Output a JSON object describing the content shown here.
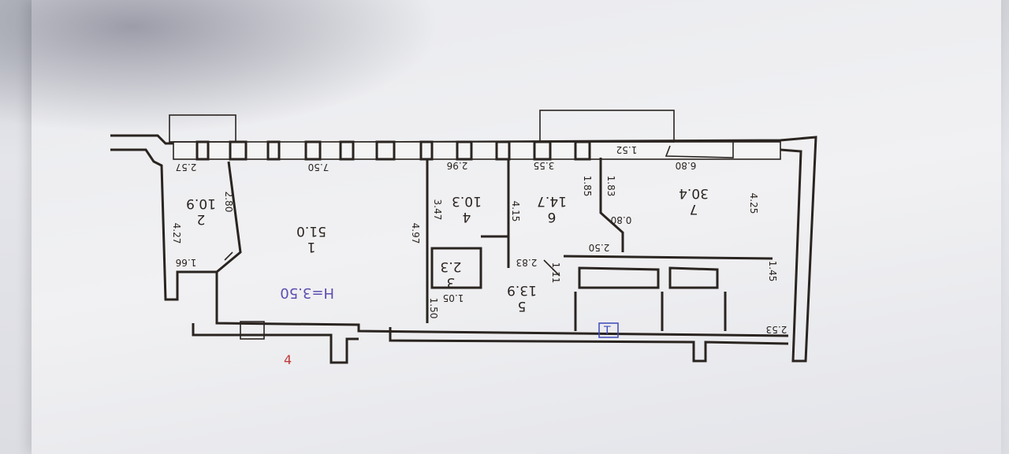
{
  "rooms": [
    {
      "number": "1",
      "area": "51.0"
    },
    {
      "number": "2",
      "area": "10.9"
    },
    {
      "number": "3",
      "area": "2.3"
    },
    {
      "number": "4",
      "area": "10.3"
    },
    {
      "number": "5",
      "area": "13.9"
    },
    {
      "number": "6",
      "area": "14.7"
    },
    {
      "number": "7",
      "area": "30.4"
    }
  ],
  "height_note": "H=3.50",
  "dimensions": [
    "2.57",
    "7.50",
    "2.96",
    "3.55",
    "1.52",
    "6.80",
    "2.80",
    "4.27",
    "1.66",
    "1.85",
    "1.83",
    "4.25",
    "4.97",
    "3.47",
    "4.15",
    "1.50",
    "1.05",
    "2.83",
    "0.80",
    "2.50",
    "2.53",
    "1.45",
    "1.11"
  ],
  "stamp_mark": "4",
  "symbols": [
    "T"
  ],
  "colors": {
    "ink": "#5b4fb0",
    "lines": "#2a2420",
    "stamp": "#c0393b"
  }
}
